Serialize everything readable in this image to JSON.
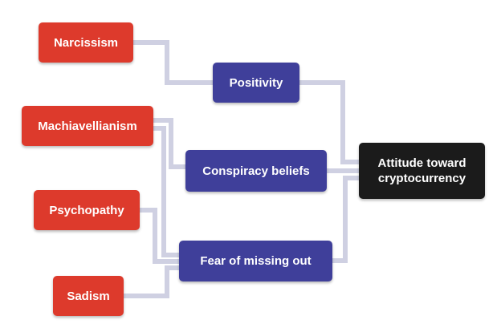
{
  "diagram": {
    "colors": {
      "trait": "#dd3a2c",
      "mediator": "#3f3f9a",
      "outcome": "#1b1b1b",
      "connector": "#cfd0e2"
    },
    "nodes": {
      "narcissism": "Narcissism",
      "machiavellianism": "Machiavellianism",
      "psychopathy": "Psychopathy",
      "sadism": "Sadism",
      "positivity": "Positivity",
      "conspiracy_beliefs": "Conspiracy beliefs",
      "fear_of_missing_out": "Fear of missing out",
      "attitude": "Attitude toward\ncryptocurrency"
    },
    "connections": [
      {
        "from": "Narcissism",
        "to": "Positivity"
      },
      {
        "from": "Machiavellianism",
        "to": "Conspiracy beliefs"
      },
      {
        "from": "Machiavellianism",
        "to": "Fear of missing out"
      },
      {
        "from": "Psychopathy",
        "to": "Fear of missing out"
      },
      {
        "from": "Sadism",
        "to": "Fear of missing out"
      },
      {
        "from": "Positivity",
        "to": "Attitude toward cryptocurrency"
      },
      {
        "from": "Conspiracy beliefs",
        "to": "Attitude toward cryptocurrency"
      },
      {
        "from": "Fear of missing out",
        "to": "Attitude toward cryptocurrency"
      }
    ]
  }
}
